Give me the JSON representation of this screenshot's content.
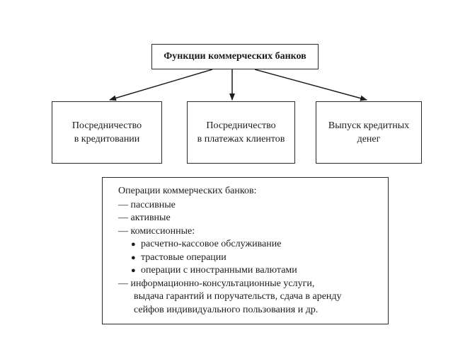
{
  "diagram": {
    "root": "Функции коммерческих банков",
    "children": [
      [
        "Посредничество",
        "в кредитовании"
      ],
      [
        "Посредничество",
        "в платежах клиентов"
      ],
      [
        "Выпуск кредитных",
        "денег"
      ]
    ]
  },
  "operations": {
    "title": "Операции коммерческих банков:",
    "dash_1": "— пассивные",
    "dash_2": "— активные",
    "dash_3": "— комиссионные:",
    "bullets": [
      "расчетно-кассовое обслуживание",
      "трастовые операции",
      "операции с иностранными валютами"
    ],
    "dash_4_line1": "— информационно-консультационные услуги,",
    "dash_4_line2": "выдача гарантий и поручательств, сдача в аренду",
    "dash_4_line3": "сейфов индивидуального пользования и др."
  }
}
